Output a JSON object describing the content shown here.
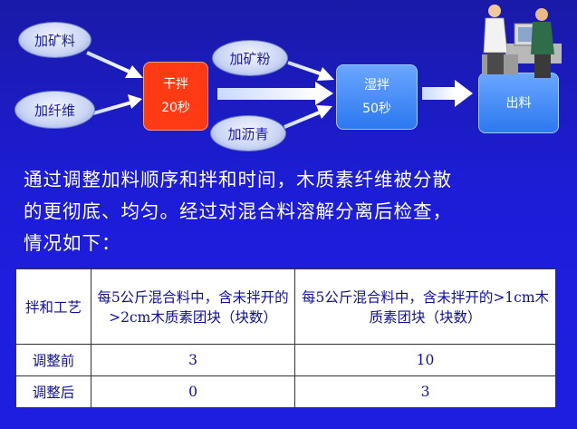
{
  "flow": {
    "input_mineral": "加矿料",
    "input_fiber": "加纤维",
    "dry_mix_name": "干拌",
    "dry_mix_time": "20秒",
    "input_mineral_powder": "加矿粉",
    "input_asphalt": "加沥青",
    "wet_mix_name": "湿拌",
    "wet_mix_time": "50秒",
    "output": "出料"
  },
  "paragraph": {
    "line1": "通过调整加料顺序和拌和时间，木质素纤维被分散",
    "line2": "的更彻底、均匀。经过对混合料溶解分离后检查，",
    "line3": "情况如下："
  },
  "table": {
    "headers": [
      "拌和工艺",
      "每5公斤混合料中，含未拌开的>2cm木质素团块（块数）",
      "每5公斤混合料中，含未拌开的>1cm木质素团块（块数）"
    ],
    "rows": [
      [
        "调整前",
        "3",
        "10"
      ],
      [
        "调整后",
        "0",
        "3"
      ]
    ]
  }
}
